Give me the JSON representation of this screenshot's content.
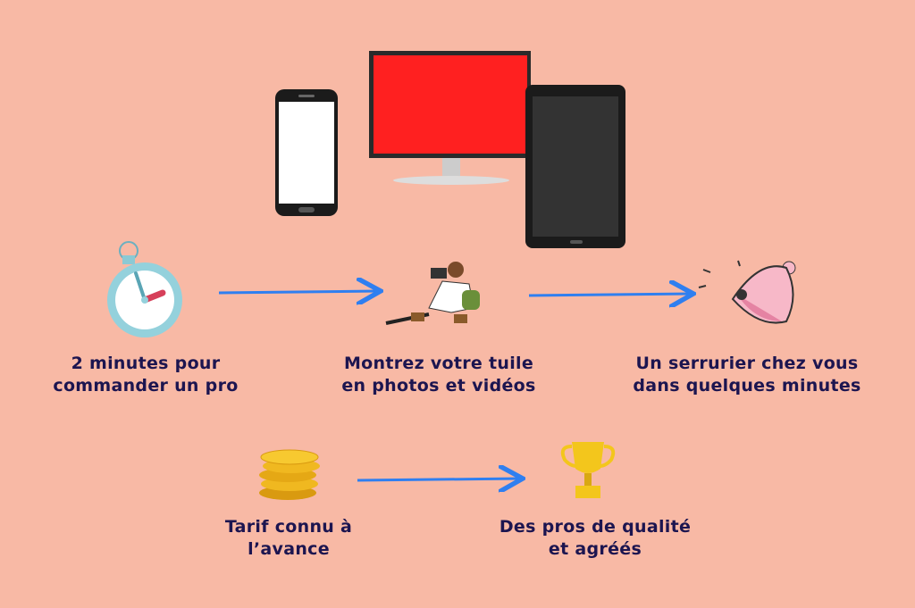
{
  "steps": [
    {
      "line1": "2 minutes pour",
      "line2": "commander un pro"
    },
    {
      "line1": "Montrez votre tuile",
      "line2": "en photos et vidéos"
    },
    {
      "line1": "Un serrurier chez vous",
      "line2": "dans quelques minutes"
    },
    {
      "line1": "Tarif connu à",
      "line2": "l’avance"
    },
    {
      "line1": "Des pros de qualité",
      "line2": "et agréés"
    }
  ],
  "colors": {
    "background": "#f8b9a5",
    "text": "#1c1550",
    "arrow": "#2f7ff0",
    "monitor_screen": "#ff2020"
  }
}
